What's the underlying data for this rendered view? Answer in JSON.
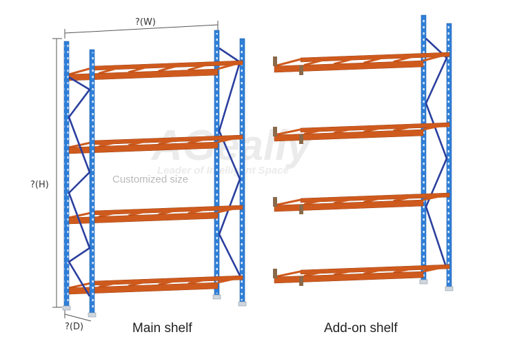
{
  "dimensions": {
    "width_label": "?(W)",
    "height_label": "?(H)",
    "depth_label": "?(D)"
  },
  "note": "Customized size",
  "watermark": {
    "brand": "AGeally",
    "tagline": "Leader of Intelligent Space"
  },
  "captions": {
    "main": "Main shelf",
    "addon": "Add-on shelf"
  },
  "colors": {
    "upright": "#2f7fd8",
    "upright_edge": "#1f5faa",
    "beam": "#cf5a1d",
    "beam_edge": "#9c3e10",
    "brace": "#2a3f9e",
    "dim_line": "#555555"
  }
}
